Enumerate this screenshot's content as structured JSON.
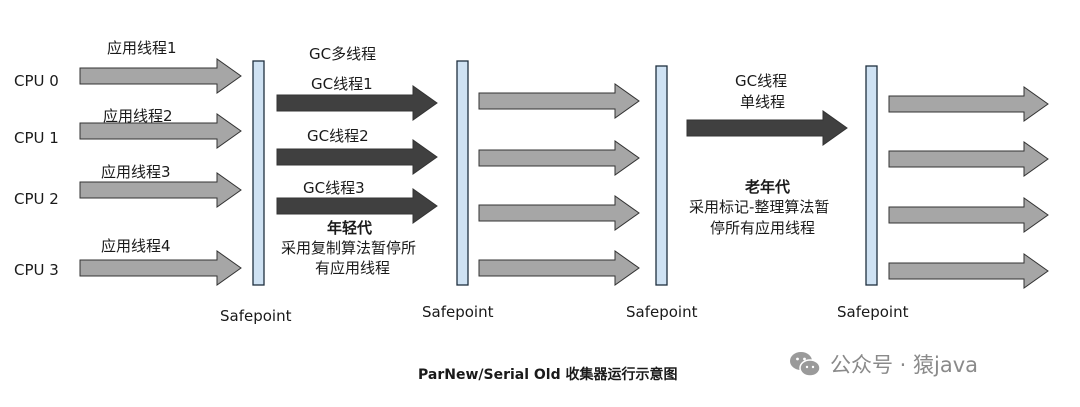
{
  "cpus": [
    "CPU 0",
    "CPU 1",
    "CPU 2",
    "CPU 3"
  ],
  "app_threads": [
    "应用线程1",
    "应用线程2",
    "应用线程3",
    "应用线程4"
  ],
  "young_gc": {
    "header": "GC多线程",
    "threads": [
      "GC线程1",
      "GC线程2",
      "GC线程3"
    ],
    "title": "年轻代",
    "desc_line1": "采用复制算法暂停所",
    "desc_line2": "有应用线程"
  },
  "old_gc": {
    "thread_line1": "GC线程",
    "thread_line2": "单线程",
    "title": "老年代",
    "desc_line1": "采用标记-整理算法暂",
    "desc_line2": "停所有应用线程"
  },
  "safepoint_label": "Safepoint",
  "caption": "ParNew/Serial Old 收集器运行示意图",
  "watermark": "公众号 · 猿java",
  "colors": {
    "app_arrow": "#a6a6a6",
    "gc_arrow": "#404040",
    "arrow_stroke": "#333333",
    "safepoint_fill": "#cfe2f3",
    "safepoint_stroke": "#1f2f3f"
  }
}
